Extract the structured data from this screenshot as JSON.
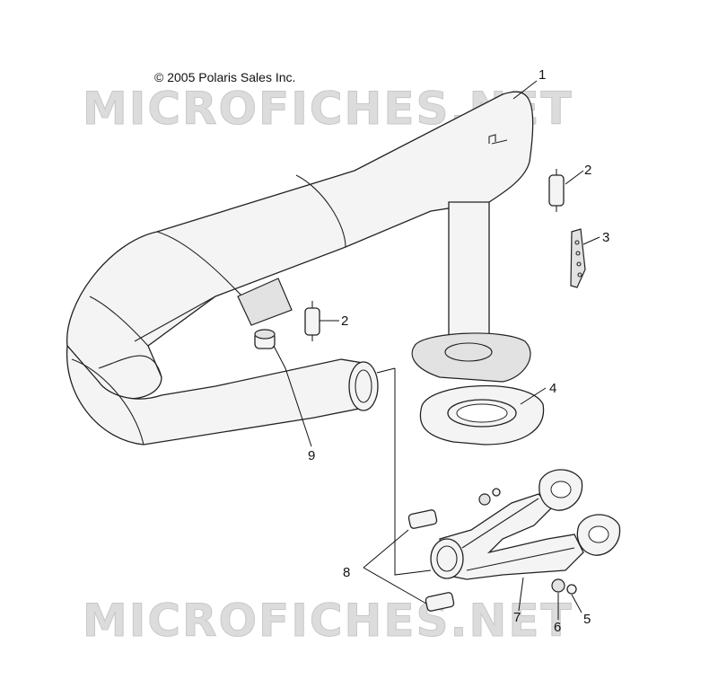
{
  "copyright": "© 2005 Polaris Sales Inc.",
  "watermark": "MICROFICHES.NET",
  "callouts": [
    {
      "id": "1",
      "label": "1"
    },
    {
      "id": "2a",
      "label": "2"
    },
    {
      "id": "2b",
      "label": "2"
    },
    {
      "id": "3",
      "label": "3"
    },
    {
      "id": "4",
      "label": "4"
    },
    {
      "id": "5",
      "label": "5"
    },
    {
      "id": "6",
      "label": "6"
    },
    {
      "id": "7",
      "label": "7"
    },
    {
      "id": "8",
      "label": "8"
    },
    {
      "id": "9",
      "label": "9"
    }
  ]
}
